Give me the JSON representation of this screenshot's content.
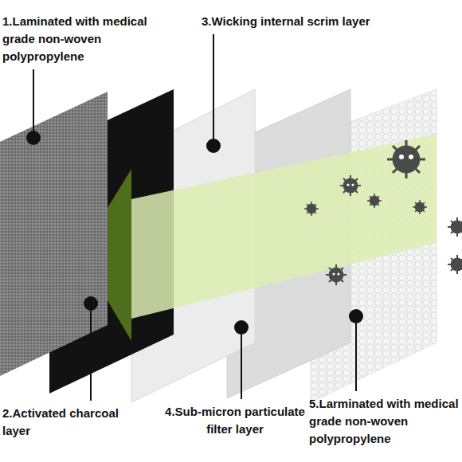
{
  "diagram": {
    "labels": [
      "1.Laminated with medical grade non-woven polypropylene",
      "2.Activated charcoal layer",
      "3.Wicking internal scrim layer",
      "4.Sub-micron particulate filter layer",
      "5.Larminated with medical grade non-woven polypropylene"
    ]
  }
}
